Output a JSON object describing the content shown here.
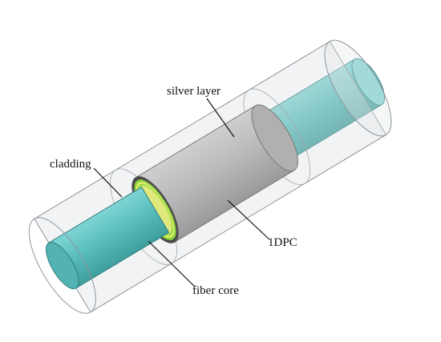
{
  "labels": {
    "silver_layer": "silver layer",
    "cladding": "cladding",
    "onedpc": "1DPC",
    "fiber_core": "fiber core"
  },
  "colors": {
    "core": "#5ec3c2",
    "core_dark": "#3a9a9a",
    "cladding": "#dfe1e3",
    "silver": "#b5b5b5",
    "pc_green": "#8ed83a",
    "pc_yellow": "#e8ec7a"
  }
}
